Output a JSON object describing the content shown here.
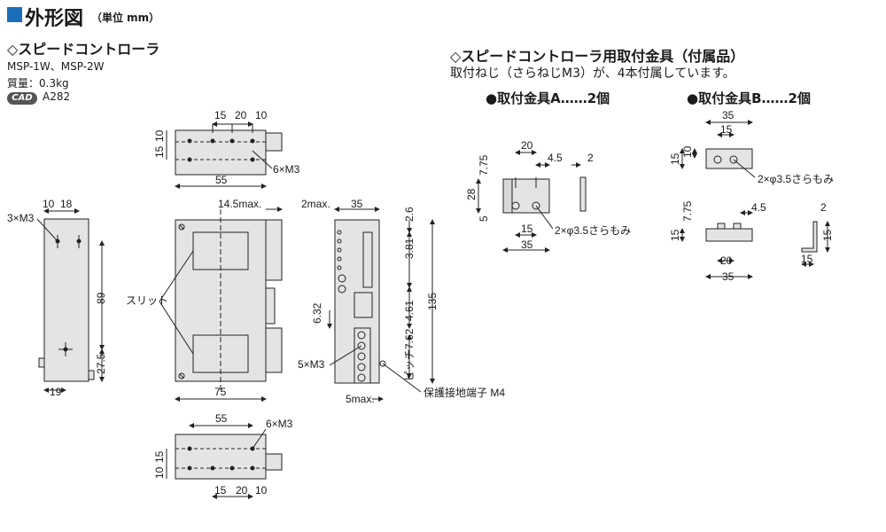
{
  "header": {
    "title": "外形図",
    "unit": "（単位 mm）"
  },
  "controller": {
    "title": "◇スピードコントローラ",
    "models": "MSP-1W、MSP-2W",
    "mass": "質量：0.3kg",
    "cad_badge": "CAD",
    "cad_number": "A282"
  },
  "bracket": {
    "title": "◇スピードコントローラ用取付金具（付属品）",
    "note": "取付ねじ（さらねじM3）が、4本付属しています。",
    "a_title": "●取付金具A……2個",
    "b_title": "●取付金具B……2個"
  },
  "dims": {
    "top_15": "15",
    "top_20": "20",
    "top_10": "10",
    "top_55": "55",
    "top_v15": "15",
    "top_v10": "10",
    "top_6m3": "6×M3",
    "side_10": "10",
    "side_18": "18",
    "side_3m3": "3×M3",
    "side_89": "89",
    "side_275": "27.5",
    "side_19": "19",
    "front_145": "14.5max.",
    "front_slit": "スリット",
    "front_75": "75",
    "r_2max": "2max.",
    "r_35": "35",
    "r_26": "2.6",
    "r_381": "3.81",
    "r_632": "6.32",
    "r_461": "4.61",
    "r_135": "135",
    "r_762": "ピッチ7.62",
    "r_5m3": "5×M3",
    "r_5max": "5max.",
    "r_ground": "保護接地端子 M4",
    "bot_55": "55",
    "bot_6m3": "6×M3",
    "bot_v10": "10",
    "bot_v15": "15",
    "bot_15": "15",
    "bot_20": "20",
    "bot_10": "10",
    "a_20": "20",
    "a_45": "4.5",
    "a_2": "2",
    "a_775": "7.75",
    "a_28": "28",
    "a_5": "5",
    "a_15": "15",
    "a_35": "35",
    "a_csk": "2×φ3.5さらもみ",
    "b_35": "35",
    "b_15": "15",
    "b_v15": "15",
    "b_v10": "10",
    "b_csk": "2×φ3.5さらもみ",
    "b_775": "7.75",
    "b_45": "4.5",
    "b_2": "2",
    "b_vs15": "15",
    "b_20": "20",
    "b_bot35": "35",
    "b_side15": "15",
    "b_sidev15": "15"
  }
}
